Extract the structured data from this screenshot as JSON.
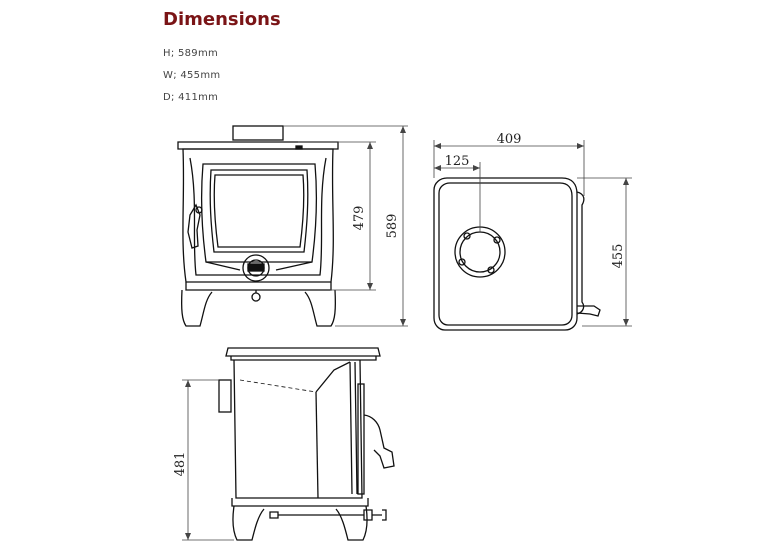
{
  "header": {
    "title": "Dimensions"
  },
  "specs": [
    "H; 589mm",
    "W; 455mm",
    "D; 411mm"
  ],
  "drawing": {
    "front": {
      "dim_firebox": "479",
      "dim_height": "589"
    },
    "top": {
      "dim_depth": "409",
      "dim_flue_offset": "125",
      "dim_width": "455"
    },
    "side": {
      "dim_height": "481"
    }
  },
  "colors": {
    "title": "#7a1416",
    "line": "#111111",
    "dimension": "#444444"
  }
}
